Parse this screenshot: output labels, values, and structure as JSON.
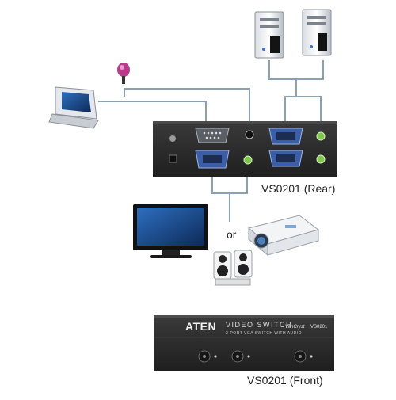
{
  "diagram": {
    "labels": {
      "rear": "VS0201 (Rear)",
      "front": "VS0201 (Front)",
      "or": "or"
    },
    "front_panel": {
      "brand": "ATEN",
      "title": "VIDEO SWITCH",
      "subtitle": "2-PORT VGA SWITCH WITH AUDIO",
      "series": "VanCryst",
      "model": "VS0201"
    },
    "devices": {
      "computers": 2,
      "rear_vga_inputs": 2,
      "front_buttons": 3
    },
    "colors": {
      "device_body": "#2b2b2b",
      "device_dark": "#1a1a1a",
      "vga_blue": "#3b5ea8",
      "audio_green": "#7ec84a",
      "cable": "#8aa0b4"
    }
  }
}
